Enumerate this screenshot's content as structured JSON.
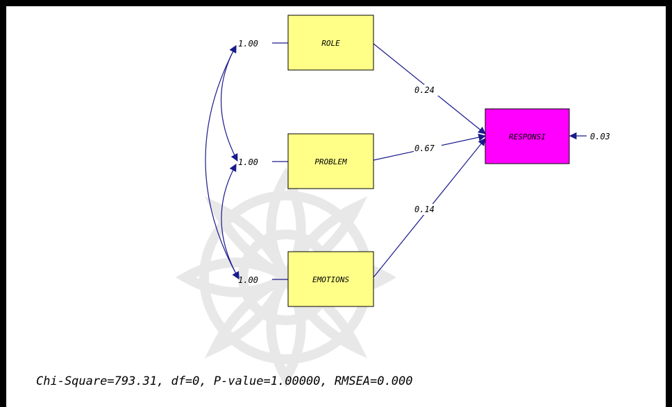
{
  "diagram": {
    "variables": {
      "role": {
        "label": "ROLE",
        "variance": "1.00"
      },
      "problem": {
        "label": "PROBLEM",
        "variance": "1.00"
      },
      "emotions": {
        "label": "EMOTIONS",
        "variance": "1.00"
      },
      "responsi": {
        "label": "RESPONSI",
        "error": "0.03"
      }
    },
    "paths": {
      "role_to_responsi": "0.24",
      "problem_to_responsi": "0.67",
      "emotions_to_responsi": "0.14"
    },
    "colors": {
      "exogenous_box": "#ffff88",
      "endogenous_box": "#ff00ff",
      "arrow": "#1a1a8c"
    }
  },
  "fit_statistics": "Chi-Square=793.31, df=0, P-value=1.00000, RMSEA=0.000"
}
